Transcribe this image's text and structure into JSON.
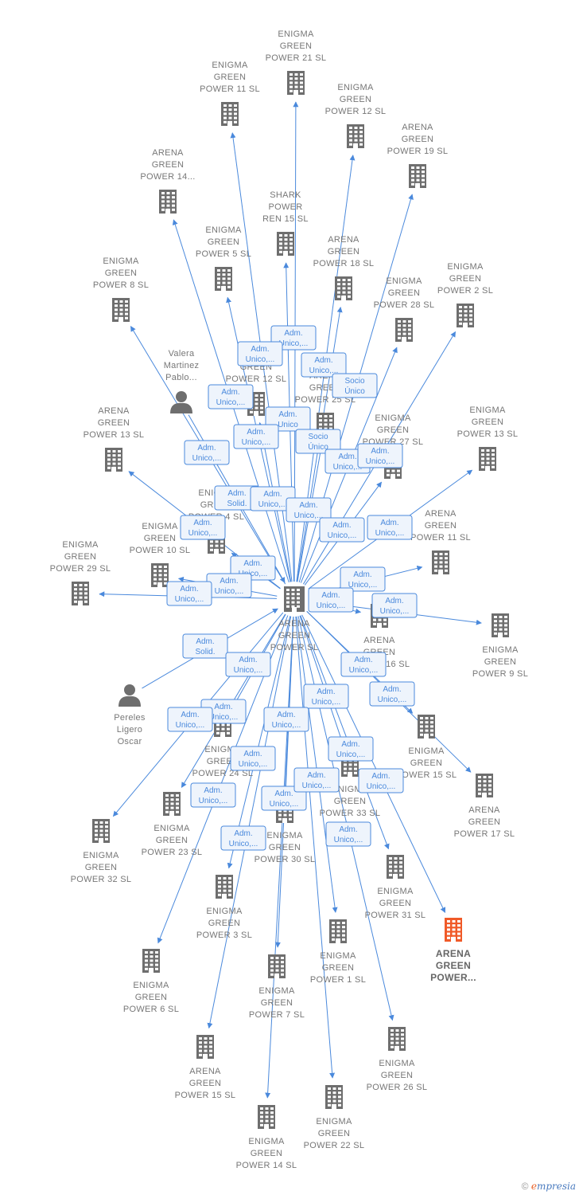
{
  "colors": {
    "edge": "#4a89dc",
    "company": "#6e6e6e",
    "highlight": "#f05a28",
    "person": "#6e6e6e"
  },
  "center": {
    "id": "center",
    "lines": [
      "ARENA",
      "GREEN",
      "POWER  SL"
    ]
  },
  "nodes": [
    {
      "id": "n1",
      "type": "company",
      "lines": [
        "ENIGMA",
        "GREEN",
        "POWER 21  SL"
      ]
    },
    {
      "id": "n2",
      "type": "company",
      "lines": [
        "ENIGMA",
        "GREEN",
        "POWER 11  SL"
      ]
    },
    {
      "id": "n3",
      "type": "company",
      "lines": [
        "ENIGMA",
        "GREEN",
        "POWER 12  SL"
      ]
    },
    {
      "id": "n4",
      "type": "company",
      "lines": [
        "ARENA",
        "GREEN",
        "POWER 19  SL"
      ]
    },
    {
      "id": "n5",
      "type": "company",
      "lines": [
        "ARENA",
        "GREEN",
        "POWER 14..."
      ]
    },
    {
      "id": "n6",
      "type": "company",
      "lines": [
        "SHARK",
        "POWER",
        "REN 15  SL"
      ]
    },
    {
      "id": "n7",
      "type": "company",
      "lines": [
        "ENIGMA",
        "GREEN",
        "POWER 5  SL"
      ]
    },
    {
      "id": "n8",
      "type": "company",
      "lines": [
        "ARENA",
        "GREEN",
        "POWER 18  SL"
      ]
    },
    {
      "id": "n9",
      "type": "company",
      "lines": [
        "ENIGMA",
        "GREEN",
        "POWER 8  SL"
      ]
    },
    {
      "id": "n10",
      "type": "company",
      "lines": [
        "ENIGMA",
        "GREEN",
        "POWER 2  SL"
      ]
    },
    {
      "id": "n11",
      "type": "company",
      "lines": [
        "ENIGMA",
        "GREEN",
        "POWER 28  SL"
      ]
    },
    {
      "id": "n12",
      "type": "person",
      "lines": [
        "Valera",
        "Martinez",
        "Pablo..."
      ]
    },
    {
      "id": "n13",
      "type": "company",
      "lines": [
        "ARENA",
        "GREEN",
        "POWER 12  SL"
      ]
    },
    {
      "id": "n14",
      "type": "company",
      "lines": [
        "ARENA",
        "GREEN",
        "POWER 25  SL"
      ]
    },
    {
      "id": "n15",
      "type": "company",
      "lines": [
        "ARENA",
        "GREEN",
        "POWER 13  SL"
      ]
    },
    {
      "id": "n16",
      "type": "company",
      "lines": [
        "ENIGMA",
        "GREEN",
        "POWER 27  SL"
      ]
    },
    {
      "id": "n17",
      "type": "company",
      "lines": [
        "ENIGMA",
        "GREEN",
        "POWER 13  SL"
      ]
    },
    {
      "id": "n18",
      "type": "company",
      "lines": [
        "ENIGMA",
        "GREEN",
        "POWER 4  SL"
      ]
    },
    {
      "id": "n19",
      "type": "company",
      "lines": [
        "ENIGMA",
        "GREEN",
        "POWER 10  SL"
      ]
    },
    {
      "id": "n20",
      "type": "company",
      "lines": [
        "ARENA",
        "GREEN",
        "POWER 11  SL"
      ]
    },
    {
      "id": "n21",
      "type": "company",
      "lines": [
        "ENIGMA",
        "GREEN",
        "POWER 29  SL"
      ]
    },
    {
      "id": "n22",
      "type": "company",
      "lines": [
        "ARENA",
        "GREEN",
        "POWER 16  SL"
      ]
    },
    {
      "id": "n23",
      "type": "company",
      "lines": [
        "ENIGMA",
        "GREEN",
        "POWER 9  SL"
      ]
    },
    {
      "id": "n24",
      "type": "person",
      "lines": [
        "Pereles",
        "Ligero",
        "Oscar"
      ]
    },
    {
      "id": "n25",
      "type": "company",
      "lines": [
        "ENIGMA",
        "GREEN",
        "POWER 24  SL"
      ]
    },
    {
      "id": "n26",
      "type": "company",
      "lines": [
        "ENIGMA",
        "GREEN",
        "POWER 15  SL"
      ]
    },
    {
      "id": "n27",
      "type": "company",
      "lines": [
        "ARENA",
        "GREEN",
        "POWER 17  SL"
      ]
    },
    {
      "id": "n28",
      "type": "company",
      "lines": [
        "ENIGMA",
        "GREEN",
        "POWER 33  SL"
      ]
    },
    {
      "id": "n29",
      "type": "company",
      "lines": [
        "ENIGMA",
        "GREEN",
        "POWER 23  SL"
      ]
    },
    {
      "id": "n30",
      "type": "company",
      "lines": [
        "ENIGMA",
        "GREEN",
        "POWER 32  SL"
      ]
    },
    {
      "id": "n31",
      "type": "company",
      "lines": [
        "ENIGMA",
        "GREEN",
        "POWER 30  SL"
      ]
    },
    {
      "id": "n32",
      "type": "company",
      "lines": [
        "ENIGMA",
        "GREEN",
        "POWER 31  SL"
      ]
    },
    {
      "id": "n33",
      "type": "company",
      "lines": [
        "ENIGMA",
        "GREEN",
        "POWER 3  SL"
      ]
    },
    {
      "id": "n34",
      "type": "highlight",
      "lines": [
        "ARENA",
        "GREEN",
        "POWER..."
      ]
    },
    {
      "id": "n35",
      "type": "company",
      "lines": [
        "ENIGMA",
        "GREEN",
        "POWER 1  SL"
      ]
    },
    {
      "id": "n36",
      "type": "company",
      "lines": [
        "ENIGMA",
        "GREEN",
        "POWER 6  SL"
      ]
    },
    {
      "id": "n37",
      "type": "company",
      "lines": [
        "ENIGMA",
        "GREEN",
        "POWER 7  SL"
      ]
    },
    {
      "id": "n38",
      "type": "company",
      "lines": [
        "ENIGMA",
        "GREEN",
        "POWER 26  SL"
      ]
    },
    {
      "id": "n39",
      "type": "company",
      "lines": [
        "ARENA",
        "GREEN",
        "POWER 15  SL"
      ]
    },
    {
      "id": "n40",
      "type": "company",
      "lines": [
        "ENIGMA",
        "GREEN",
        "POWER 22  SL"
      ]
    },
    {
      "id": "n41",
      "type": "company",
      "lines": [
        "ENIGMA",
        "GREEN",
        "POWER 14  SL"
      ]
    }
  ],
  "edge_labels": [
    {
      "id": "e1",
      "lines": [
        "Adm.",
        "Unico,..."
      ]
    },
    {
      "id": "e2",
      "lines": [
        "Adm.",
        "Unico,..."
      ]
    },
    {
      "id": "e3",
      "lines": [
        "Adm.",
        "Unico,..."
      ]
    },
    {
      "id": "e4",
      "lines": [
        "Socio",
        "Único"
      ]
    },
    {
      "id": "e5",
      "lines": [
        "Adm.",
        "Unico,..."
      ]
    },
    {
      "id": "e6",
      "lines": [
        "Adm.",
        "Unico"
      ]
    },
    {
      "id": "e7",
      "lines": [
        "Adm.",
        "Unico,..."
      ]
    },
    {
      "id": "e8",
      "lines": [
        "Socio",
        "Único"
      ]
    },
    {
      "id": "e9",
      "lines": [
        "Adm.",
        "Unico,..."
      ]
    },
    {
      "id": "e10",
      "lines": [
        "Adm.",
        "Unico,..."
      ]
    },
    {
      "id": "e11",
      "lines": [
        "Adm.",
        "Unico,..."
      ]
    },
    {
      "id": "e12",
      "lines": [
        "Adm.",
        "Solid."
      ]
    },
    {
      "id": "e13",
      "lines": [
        "Adm.",
        "Unico,..."
      ]
    },
    {
      "id": "e14",
      "lines": [
        "Adm.",
        "Unico,..."
      ]
    },
    {
      "id": "e15",
      "lines": [
        "Adm.",
        "Unico,..."
      ]
    },
    {
      "id": "e16",
      "lines": [
        "Adm.",
        "Unico,..."
      ]
    },
    {
      "id": "e17",
      "lines": [
        "Adm.",
        "Unico,..."
      ]
    },
    {
      "id": "e18",
      "lines": [
        "Adm.",
        "Unico,..."
      ]
    },
    {
      "id": "e19",
      "lines": [
        "Adm.",
        "Unico,..."
      ]
    },
    {
      "id": "e20",
      "lines": [
        "Adm.",
        "Unico,..."
      ]
    },
    {
      "id": "e21",
      "lines": [
        "Adm.",
        "Unico,..."
      ]
    },
    {
      "id": "e22",
      "lines": [
        "Adm.",
        "Unico,..."
      ]
    },
    {
      "id": "e23",
      "lines": [
        "Adm.",
        "Unico,..."
      ]
    },
    {
      "id": "e24",
      "lines": [
        "Adm.",
        "Solid."
      ]
    },
    {
      "id": "e25",
      "lines": [
        "Adm.",
        "Unico,..."
      ]
    },
    {
      "id": "e26",
      "lines": [
        "Adm.",
        "Unico,..."
      ]
    },
    {
      "id": "e27",
      "lines": [
        "Adm.",
        "Unico,..."
      ]
    },
    {
      "id": "e28",
      "lines": [
        "Adm.",
        "Unico,..."
      ]
    },
    {
      "id": "e29",
      "lines": [
        "Adm.",
        "Unico,..."
      ]
    },
    {
      "id": "e30",
      "lines": [
        "Adm.",
        "Unico,..."
      ]
    },
    {
      "id": "e31",
      "lines": [
        "Adm.",
        "Unico,..."
      ]
    },
    {
      "id": "e32",
      "lines": [
        "Adm.",
        "Unico,..."
      ]
    },
    {
      "id": "e33",
      "lines": [
        "Adm.",
        "Unico,..."
      ]
    },
    {
      "id": "e34",
      "lines": [
        "Adm.",
        "Unico,..."
      ]
    },
    {
      "id": "e35",
      "lines": [
        "Adm.",
        "Unico,..."
      ]
    },
    {
      "id": "e36",
      "lines": [
        "Adm.",
        "Unico,..."
      ]
    },
    {
      "id": "e37",
      "lines": [
        "Adm.",
        "Unico,..."
      ]
    },
    {
      "id": "e38",
      "lines": [
        "Adm.",
        "Unico,..."
      ]
    },
    {
      "id": "e39",
      "lines": [
        "Adm.",
        "Unico,..."
      ]
    }
  ],
  "footer": {
    "copyright": "©",
    "brand_e": "e",
    "brand_rest": "mpresia"
  }
}
